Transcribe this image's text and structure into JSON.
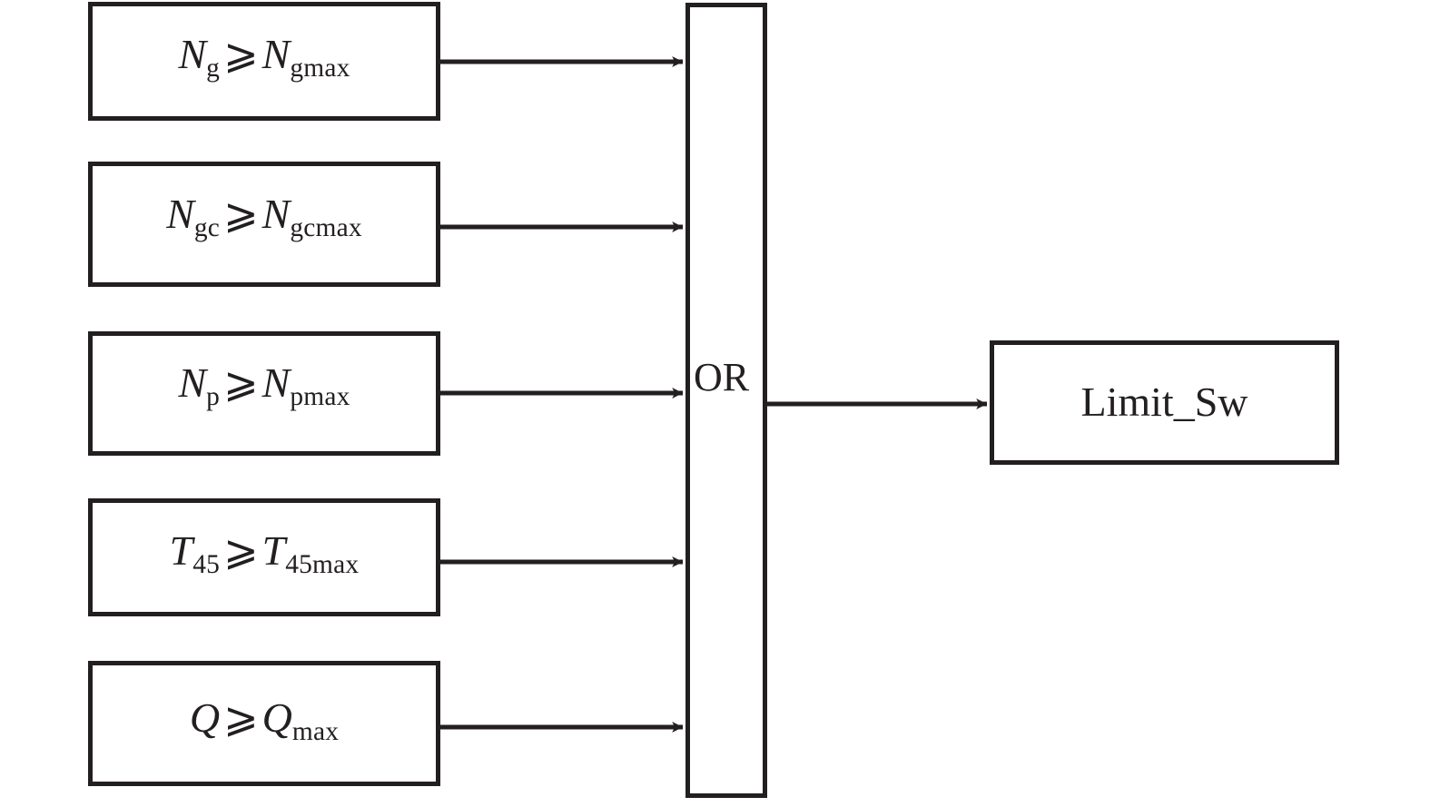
{
  "diagram": {
    "title": "Limit switching logic (OR gate)",
    "line_color": "#231f20",
    "background": "#ffffff",
    "conditions": [
      {
        "id": "ng",
        "var": "N",
        "var_sub": "g",
        "relation": "⩾",
        "limit": "N",
        "limit_sub": "gmax",
        "text": "Ng ⩾ Ngmax"
      },
      {
        "id": "ngc",
        "var": "N",
        "var_sub": "gc",
        "relation": "⩾",
        "limit": "N",
        "limit_sub": "gcmax",
        "text": "Ngc ⩾ Ngcmax"
      },
      {
        "id": "np",
        "var": "N",
        "var_sub": "p",
        "relation": "⩾",
        "limit": "N",
        "limit_sub": "pmax",
        "text": "Np ⩾ Npmax"
      },
      {
        "id": "t45",
        "var": "T",
        "var_sub": "45",
        "relation": "⩾",
        "limit": "T",
        "limit_sub": "45max",
        "text": "T45 ⩾ T45max"
      },
      {
        "id": "q",
        "var": "Q",
        "var_sub": "",
        "relation": "⩾",
        "limit": "Q",
        "limit_sub": "max",
        "text": "Q ⩾ Qmax"
      }
    ],
    "gate": {
      "label": "OR"
    },
    "output": {
      "label": "Limit_Sw"
    },
    "connectors": {
      "input_count": 5,
      "output_count": 1,
      "arrow_head": "filled-barb-arrowhead"
    }
  }
}
